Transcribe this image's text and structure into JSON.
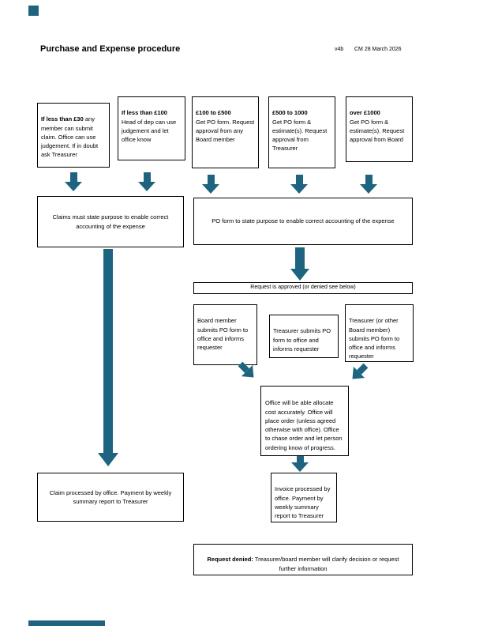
{
  "colors": {
    "accent": "#1e6480"
  },
  "header": {
    "title": "Purchase and Expense procedure",
    "version": "v4b",
    "revision": "CM 28 March 2026"
  },
  "tier1": [
    {
      "lead": "If less than £30",
      "rest": " any member can submit claim. Office can use judgement. If in doubt ask Treasurer"
    },
    {
      "lead": "If less than £100",
      "rest": "\nHead of dep can use judgement and let office know"
    },
    {
      "lead": "£100 to £500",
      "rest": "\nGet PO form. Request approval from any Board member"
    },
    {
      "lead": "£500 to 1000",
      "rest": "\nGet PO form & estimate(s). Request approval from Treasurer"
    },
    {
      "lead": "over £1000",
      "rest": "\nGet PO form & estimate(s). Request approval from Board"
    }
  ],
  "notes": {
    "claims": "Claims must state purpose to enable correct accounting of the expense",
    "po": "PO form to state purpose to enable correct accounting of the expense"
  },
  "strip": "Request is approved (or denied see below)",
  "submits": [
    "Board member submits PO form to office and informs requester",
    "Treasurer submits PO form to office and informs requester",
    "Treasurer (or other Board member) submits PO form to office and informs requester"
  ],
  "office": "Office will be able allocate cost accurately. Office will place order (unless agreed otherwise with office). Office to chase order and let person ordering know of progress.",
  "outcomes": {
    "claim": "Claim processed by office. Payment by weekly summary report to Treasurer",
    "invoice": "Invoice processed by office. Payment by weekly summary report to Treasurer"
  },
  "denied": {
    "lead": "Request denied:",
    "rest": " Treasurer/board member will clarify decision or request further information"
  }
}
